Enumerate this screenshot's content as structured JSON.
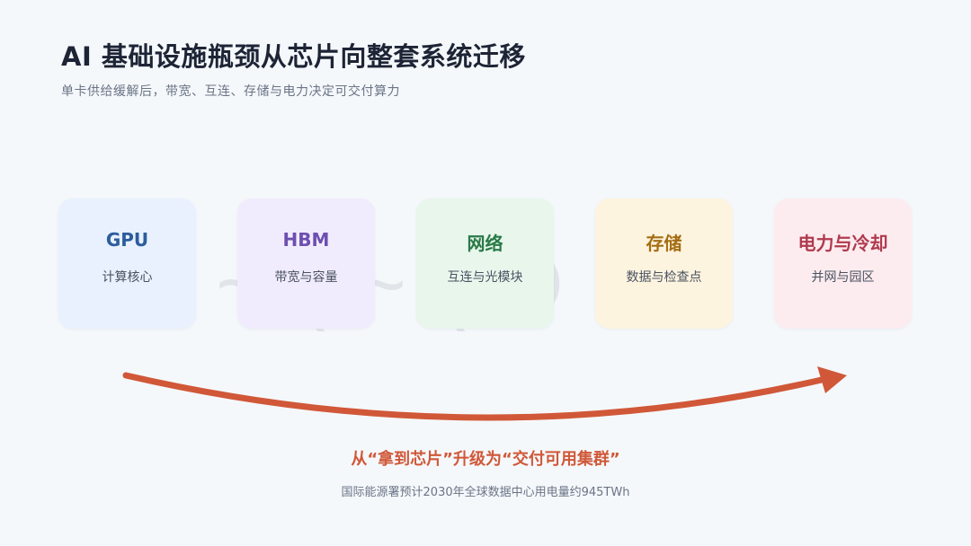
{
  "header": {
    "title": "AI 基础设施瓶颈从芯片向整套系统迁移",
    "subtitle": "单卡供给缓解后，带宽、互连、存储与电力决定可交付算力"
  },
  "background_watermark": "~(~(O~",
  "cards": [
    {
      "title": "GPU",
      "subtitle": "计算核心",
      "bg": "#e8f1fd",
      "accent": "#2c5d9c"
    },
    {
      "title": "HBM",
      "subtitle": "带宽与容量",
      "bg": "#f1ecfd",
      "accent": "#6d4fb0"
    },
    {
      "title": "网络",
      "subtitle": "互连与光模块",
      "bg": "#e8f6ec",
      "accent": "#2a7a46"
    },
    {
      "title": "存储",
      "subtitle": "数据与检查点",
      "bg": "#fdf4df",
      "accent": "#a56d12"
    },
    {
      "title": "电力与冷却",
      "subtitle": "并网与园区",
      "bg": "#fdecef",
      "accent": "#b03a4e"
    }
  ],
  "flow_arrow": {
    "color": "#d05838"
  },
  "tagline": "从“拿到芯片”升级为“交付可用集群”",
  "footnote": "国际能源署预计2030年全球数据中心用电量约945TWh"
}
